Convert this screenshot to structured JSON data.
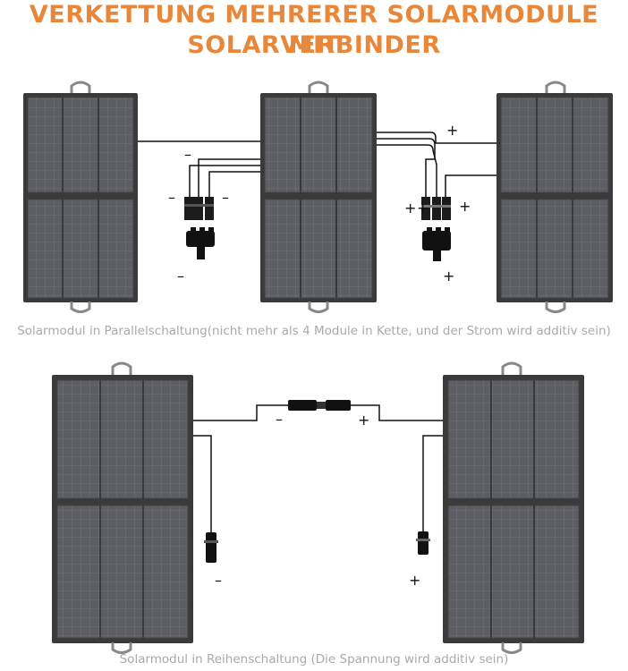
{
  "title": {
    "line1": "VERKETTUNG MEHRERER SOLARMODULE MIT",
    "line2": "SOLARVERBINDER"
  },
  "parallel": {
    "caption": "Solarmodul in Parallelschaltung(nicht mehr als 4 Module in Kette, und der Strom wird additiv sein)",
    "left_connector_signs": [
      "–",
      "–",
      "–",
      "–"
    ],
    "right_connector_signs": [
      "+",
      "+",
      "+",
      "+",
      "+"
    ]
  },
  "series": {
    "caption": "Solarmodul in Reihenschaltung (Die Spannung wird additiv sein)",
    "signs": [
      "–",
      "+",
      "–",
      "+"
    ]
  },
  "colors": {
    "title": "#e8873a",
    "caption": "#a9a9a9",
    "panel_frame": "#2e2e2e",
    "panel_cell": "#5b5d62"
  }
}
